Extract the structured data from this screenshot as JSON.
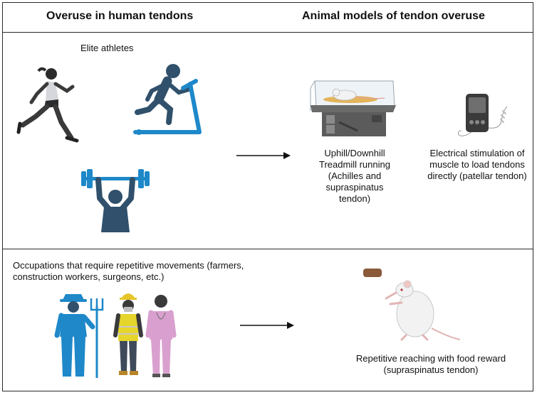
{
  "headers": {
    "left": "Overuse in human tendons",
    "right": "Animal models of tendon overuse"
  },
  "section1": {
    "group_label": "Elite athletes",
    "model1_label": "Uphill/Downhill Treadmill running (Achilles and supraspinatus tendon)",
    "model2_label": "Electrical stimulation of muscle to load tendons directly (patellar tendon)"
  },
  "section2": {
    "group_label": "Occupations that require repetitive movements (farmers, construction workers, surgeons, etc.)",
    "model_label": "Repetitive reaching with food reward (supraspinatus tendon)"
  },
  "colors": {
    "border": "#2a2a2a",
    "athlete_blue": "#1e88c9",
    "athlete_navy": "#30506b",
    "rat_white": "#f2f2f2",
    "treadmill_gray": "#5b5b5b",
    "scrubs_pink": "#d9a0cf",
    "vest_yellow": "#e6d52a"
  },
  "icons": [
    "runner-icon",
    "treadmill-runner-icon",
    "weightlifter-icon",
    "rat-treadmill-icon",
    "stimulator-device-icon",
    "farmer-icon",
    "construction-worker-icon",
    "surgeon-icon",
    "rat-reaching-icon"
  ]
}
